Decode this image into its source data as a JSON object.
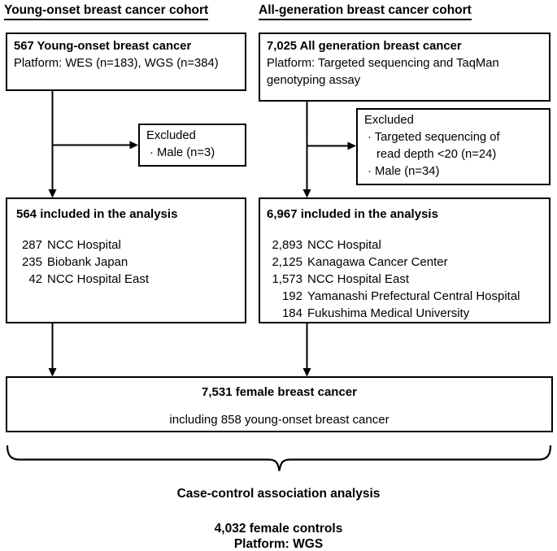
{
  "colors": {
    "ink": "#000000",
    "background": "#ffffff"
  },
  "young_onset": {
    "title": "Young-onset breast cancer cohort",
    "initial": {
      "headline": "567 Young-onset breast cancer",
      "platform": "Platform: WES (n=183), WGS (n=384)"
    },
    "excluded": {
      "title": "Excluded",
      "line1": "· Male (n=3)"
    },
    "included": {
      "headline": "564 included in the analysis",
      "sites": [
        {
          "n": "287",
          "name": "NCC Hospital"
        },
        {
          "n": "235",
          "name": "Biobank Japan"
        },
        {
          "n": "42",
          "name": "NCC Hospital East"
        }
      ]
    }
  },
  "all_generation": {
    "title": "All-generation breast cancer cohort",
    "initial": {
      "headline": "7,025 All generation breast cancer",
      "platform": "Platform: Targeted sequencing and TaqMan genotyping assay"
    },
    "excluded": {
      "title": "Excluded",
      "line1": "· Targeted sequencing of",
      "line2": "read depth <20 (n=24)",
      "line3": "· Male (n=34)"
    },
    "included": {
      "headline": "6,967 included in the analysis",
      "sites": [
        {
          "n": "2,893",
          "name": "NCC Hospital"
        },
        {
          "n": "2,125",
          "name": "Kanagawa Cancer Center"
        },
        {
          "n": "1,573",
          "name": "NCC Hospital East"
        },
        {
          "n": "192",
          "name": "Yamanashi Prefectural Central Hospital"
        },
        {
          "n": "184",
          "name": "Fukushima Medical University"
        }
      ]
    }
  },
  "combined": {
    "headline": "7,531 female breast cancer",
    "note": "including 858 young-onset breast cancer"
  },
  "footer": {
    "analysis_label": "Case-control association analysis",
    "controls": "4,032 female controls",
    "platform": "Platform: WGS"
  }
}
